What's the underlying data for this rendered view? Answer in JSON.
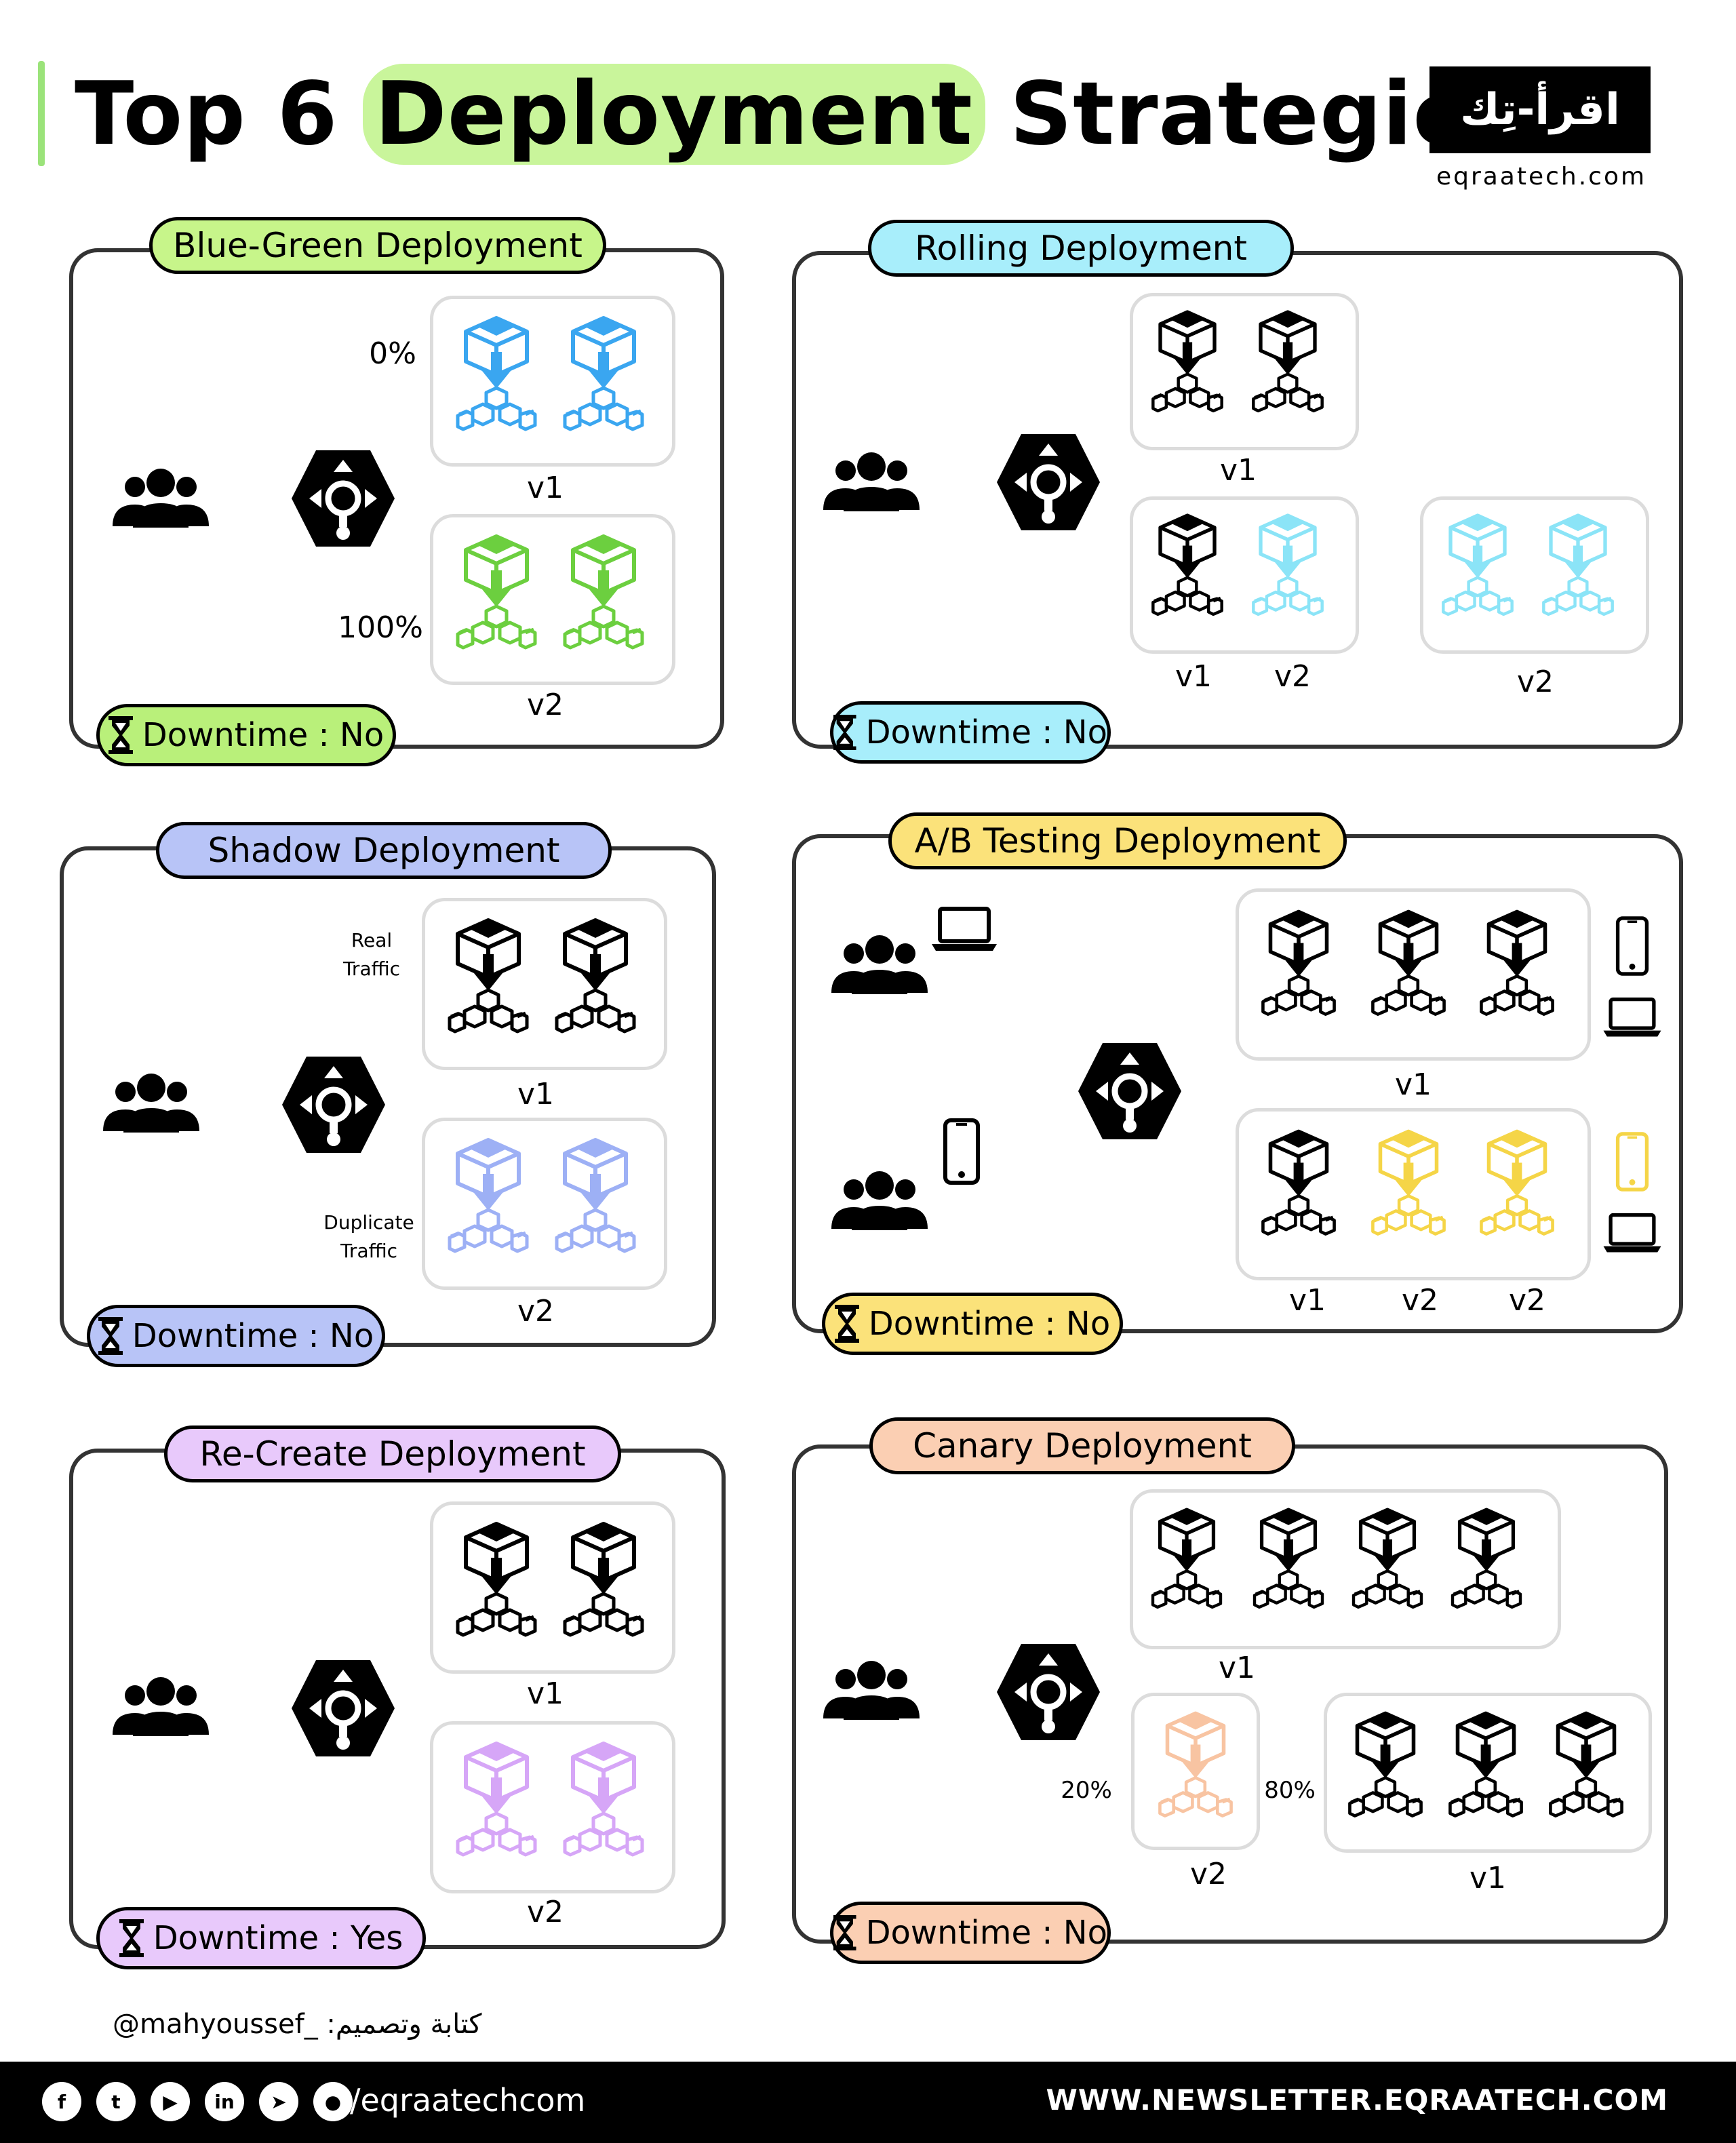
{
  "header": {
    "title_pre": "Top 6",
    "title_highlight": "Deployment",
    "title_post": "Strategies",
    "logo_text": "اقرأ-تِك",
    "logo_url": "eqraatech.com"
  },
  "colors": {
    "blue": "#3aa6f0",
    "green": "#6ccf3f",
    "cyan": "#8be4f7",
    "lavender": "#9db0f5",
    "yellow": "#f5d547",
    "purple": "#d6a6f7",
    "peach": "#f8c4a2",
    "black": "#000000"
  },
  "panels": {
    "blue_green": {
      "title": "Blue-Green Deployment",
      "title_color": "#c7f58a",
      "pct_top": "0%",
      "pct_bottom": "100%",
      "label_top": "v1",
      "label_bottom": "v2",
      "downtime": "Downtime : No",
      "downtime_color": "#b9f07a"
    },
    "rolling": {
      "title": "Rolling Deployment",
      "title_color": "#a8eefb",
      "label_v1": "v1",
      "label_mix_a": "v1",
      "label_mix_b": "v2",
      "label_final": "v2",
      "downtime": "Downtime : No",
      "downtime_color": "#a8eefb"
    },
    "shadow": {
      "title": "Shadow Deployment",
      "title_color": "#b8c4f7",
      "real_traffic": "Real\nTraffic",
      "duplicate_traffic": "Duplicate\nTraffic",
      "label_top": "v1",
      "label_bottom": "v2",
      "downtime": "Downtime : No",
      "downtime_color": "#b8c4f7"
    },
    "ab": {
      "title": "A/B Testing Deployment",
      "title_color": "#fbe27a",
      "label_top": "v1",
      "label_b1": "v1",
      "label_b2": "v2",
      "label_b3": "v2",
      "downtime": "Downtime : No",
      "downtime_color": "#fbe27a"
    },
    "recreate": {
      "title": "Re-Create Deployment",
      "title_color": "#e8c9fb",
      "label_top": "v1",
      "label_bottom": "v2",
      "downtime": "Downtime : Yes",
      "downtime_color": "#e8c9fb"
    },
    "canary": {
      "title": "Canary Deployment",
      "title_color": "#fbcfb3",
      "label_top": "v1",
      "pct_canary": "20%",
      "pct_main": "80%",
      "label_canary": "v2",
      "label_main": "v1",
      "downtime": "Downtime : No",
      "downtime_color": "#fbcfb3"
    }
  },
  "credit": "@mahyoussef_  :كتابة وتصميم",
  "footer": {
    "socials": [
      "facebook-icon",
      "twitter-icon",
      "youtube-icon",
      "linkedin-icon",
      "telegram-icon",
      "github-icon"
    ],
    "handle": "/eqraatechcom",
    "newsletter": "WWW.NEWSLETTER.EQRAATECH.COM"
  }
}
